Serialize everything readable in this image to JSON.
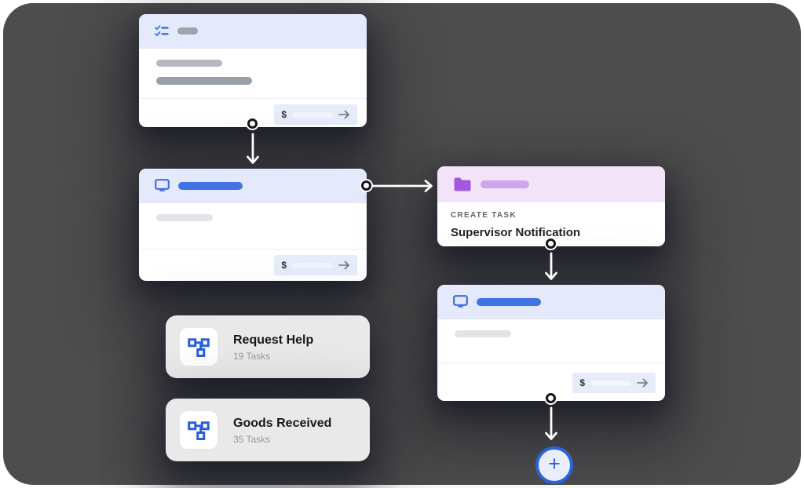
{
  "page": {
    "background": "#ffffff",
    "canvas_color": "#4d4d4d"
  },
  "colors": {
    "accent_blue": "#3e6fe1",
    "accent_purple": "#a458dd",
    "header_lavender": "#e4eafc",
    "header_pink": "#f2e3f8",
    "footer_button_bg": "#e7ecfb",
    "connector_ring": "#14151c",
    "arrow": "#ffffff"
  },
  "task_card_top": {
    "icon": "checklist-icon",
    "footer": {
      "currency": "$",
      "action_icon": "arrow-right-icon"
    }
  },
  "task_card_middle": {
    "icon": "monitor-icon",
    "footer": {
      "currency": "$",
      "action_icon": "arrow-right-icon"
    }
  },
  "create_task_card": {
    "icon": "folder-icon",
    "eyebrow": "CREATE TASK",
    "title": "Supervisor Notification"
  },
  "task_card_right": {
    "icon": "monitor-icon",
    "footer": {
      "currency": "$",
      "action_icon": "arrow-right-icon"
    }
  },
  "process_cards": [
    {
      "icon": "sitemap-icon",
      "title": "Request Help",
      "subtitle": "19 Tasks"
    },
    {
      "icon": "sitemap-icon",
      "title": "Goods Received",
      "subtitle": "35 Tasks"
    }
  ],
  "add_button": {
    "label": "+"
  }
}
